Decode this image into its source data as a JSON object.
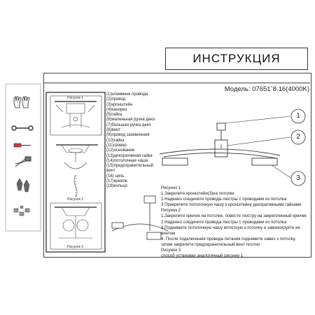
{
  "title": "ИНСТРУКЦИЯ",
  "model": "Модель: 07651`8.16(4000K)",
  "figures": {
    "fig1": "Рисунок 1",
    "fig2": "Рисунок 2",
    "fig3": "Рисунок 3"
  },
  "callouts": [
    "1",
    "2",
    "3"
  ],
  "parts": [
    "(1)клеммник провода",
    "(2)провод",
    "(3)кронштейн",
    "(4)канорез",
    "(5)гайка",
    "(6)маленькая ручка деко",
    "(7)большая ручка деко",
    "(8)винт",
    "(9)провод заземления",
    "(10)гайка",
    "(11)гровер",
    "(12)основание",
    "(13)декоративная гайка",
    "(14)потолочная чаша",
    "(15)предохранительный",
    "винт",
    "(16) цепь",
    "(17)крюкок",
    "(18)кольцо"
  ],
  "instructions": [
    "Рисунок 1",
    "1.Закрепите кронштейн(3)на потолке",
    "2.Наденно соедините провода люстры с проводами из потолка",
    "3 Прикрепите потолочную чашу к кронштейну декоративными гайками",
    "Рисунок 2",
    "1.Закрепите крючок на потолке, повесте люстру на закрепленный крючек",
    "2.Наденно соедините провода люстры с проводами из потолка",
    "3.Поднимите потолочную чашу вплотную к потолку и завинсируйте ее",
    "винтом",
    "4. После подключения провода питания поднимите навес к потолку,",
    "затем закрепите предохранительный винт плотно",
    "Рисунок 3",
    " способ установки аналогичный рисунку 1"
  ],
  "tool_icons": [
    "gloves-icon",
    "wrench-icon",
    "screwdriver-icon",
    "pliers-icon",
    "wall-plugs-icon",
    "screws-icon"
  ]
}
